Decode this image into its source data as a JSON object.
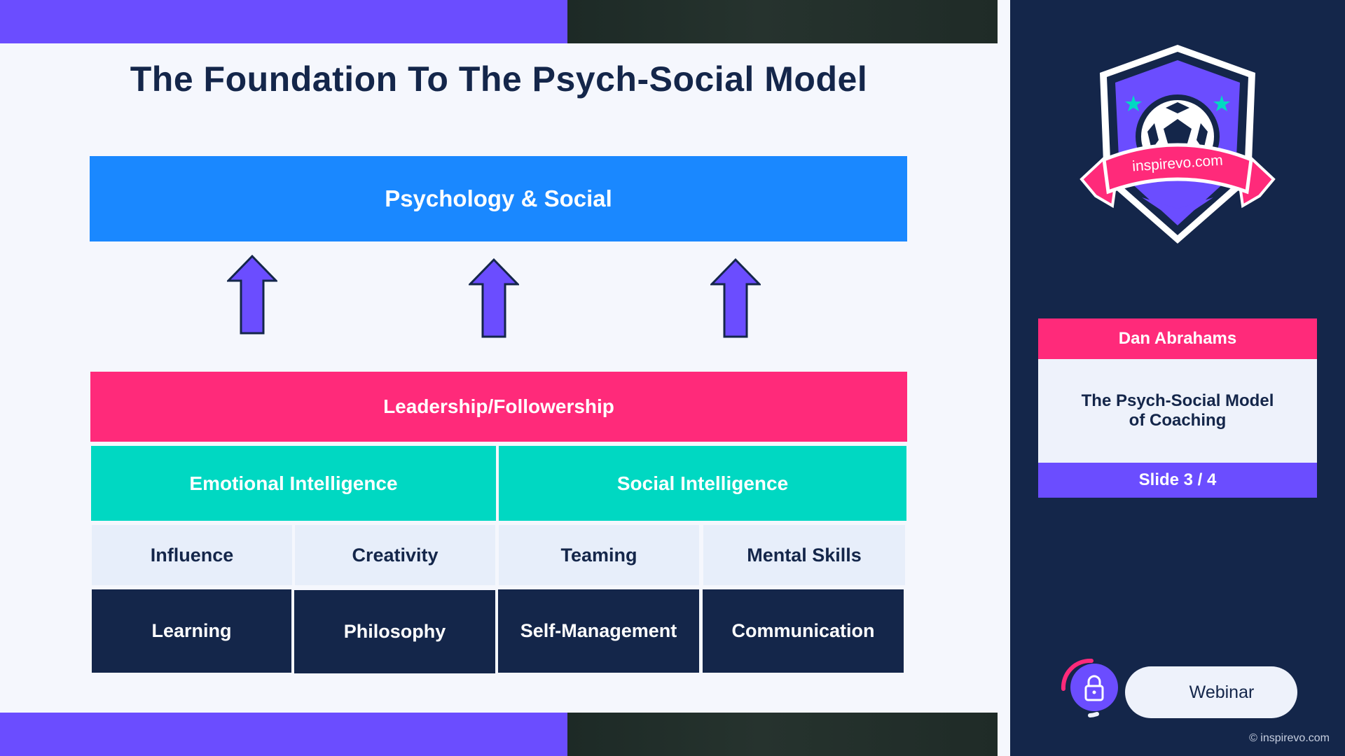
{
  "slide": {
    "title": "The Foundation To The Psych-Social Model",
    "top_block": "Psychology & Social",
    "leadership": "Leadership/Followership",
    "intelligence": [
      "Emotional  Intelligence",
      "Social Intelligence"
    ],
    "skills_row": [
      "Influence",
      "Creativity",
      "Teaming",
      "Mental Skills"
    ],
    "base_row": [
      "Learning",
      "Philosophy",
      "Self-Management",
      "Communication"
    ]
  },
  "sidebar": {
    "badge_text": "inspirevo.com",
    "presenter": "Dan Abrahams",
    "talk_title": "The Psych-Social Model of Coaching",
    "slide_counter": "Slide 3 / 4",
    "webinar_label": "Webinar",
    "copyright": "© inspirevo.com"
  },
  "colors": {
    "navy": "#14264a",
    "blue": "#1a88ff",
    "pink": "#ff2a7a",
    "teal": "#00d8c2",
    "purple": "#6b4dff",
    "light": "#e7eefa"
  },
  "icons": [
    "up-arrow-icon",
    "soccer-shield-badge",
    "lock-icon"
  ]
}
